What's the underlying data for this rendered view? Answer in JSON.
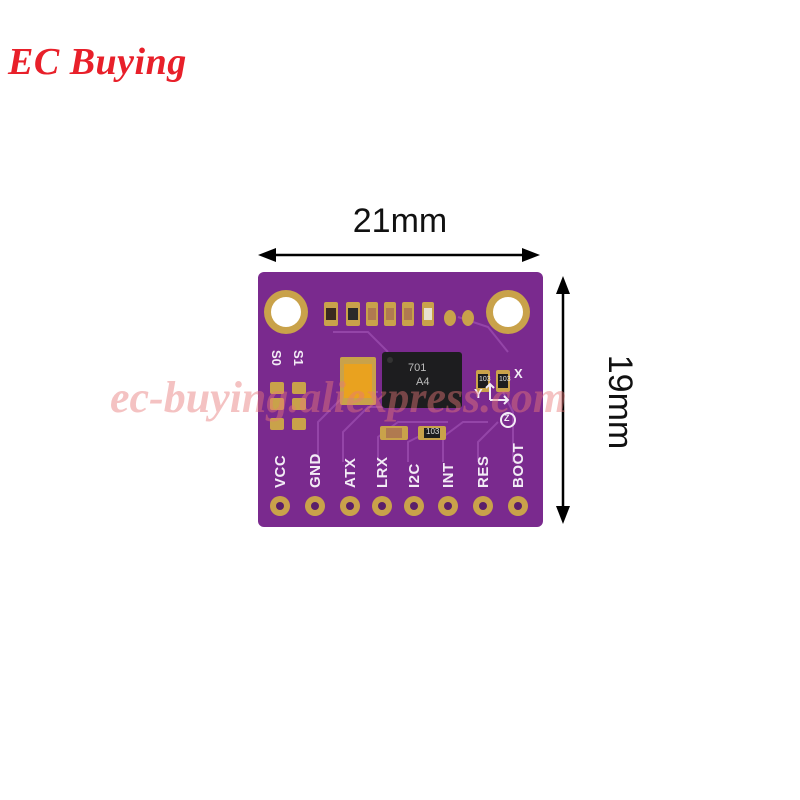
{
  "brand": {
    "logo_text": "EC Buying",
    "color": "#e8202a"
  },
  "watermark": "ec-buying.aliexpress.com",
  "dimensions": {
    "width_label": "21mm",
    "height_label": "19mm"
  },
  "board": {
    "color": "#7a2a8e",
    "pins": [
      "VCC",
      "GND",
      "ATX",
      "LRX",
      "I2C",
      "INT",
      "RES",
      "BOOT"
    ],
    "pads": [
      "S0",
      "S1"
    ],
    "chip_marking_1": "701",
    "chip_marking_2": "A4",
    "resistor_marking_1": "103",
    "resistor_marking_2": "103",
    "resistor_marking_3": "103",
    "axes": {
      "x": "X",
      "y": "Y",
      "z": "Z"
    }
  }
}
